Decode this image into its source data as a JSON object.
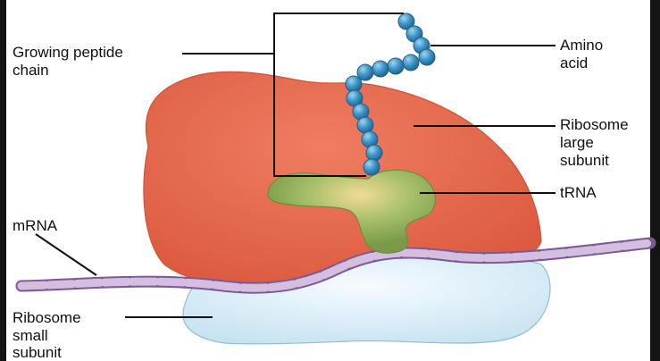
{
  "labels": {
    "peptide_line1": "Growing peptide",
    "peptide_line2": "chain",
    "amino_line1": "Amino",
    "amino_line2": "acid",
    "large_line1": "Ribosome",
    "large_line2": "large",
    "large_line3": "subunit",
    "trna": "tRNA",
    "mrna": "mRNA",
    "small_line1": "Ribosome",
    "small_line2": "small",
    "small_line3": "subunit"
  },
  "colors": {
    "large_subunit": "#e4654a",
    "small_subunit": "#d7ecf6",
    "trna": "#8fae5e",
    "amino_acid": "#3d96c8",
    "mrna": "#c8aed6",
    "label_line": "#111111"
  }
}
